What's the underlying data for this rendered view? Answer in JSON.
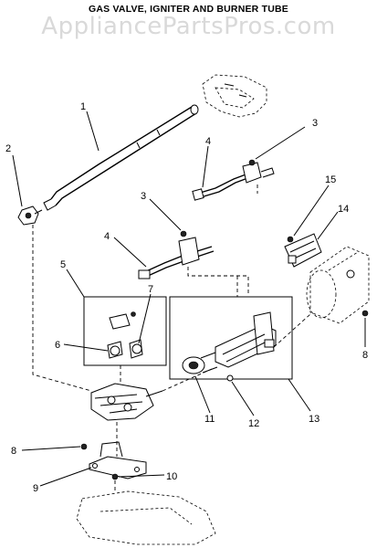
{
  "header": {
    "title": "GAS VALVE, IGNITER AND BURNER TUBE",
    "watermark": "AppliancePartsPros.com"
  },
  "callouts": [
    {
      "number": "1"
    },
    {
      "number": "2"
    },
    {
      "number": "3"
    },
    {
      "number": "4"
    },
    {
      "number": "3"
    },
    {
      "number": "4"
    },
    {
      "number": "5"
    },
    {
      "number": "6"
    },
    {
      "number": "7"
    },
    {
      "number": "15"
    },
    {
      "number": "14"
    },
    {
      "number": "8"
    },
    {
      "number": "11"
    },
    {
      "number": "12"
    },
    {
      "number": "13"
    },
    {
      "number": "8"
    },
    {
      "number": "9"
    },
    {
      "number": "10"
    }
  ]
}
